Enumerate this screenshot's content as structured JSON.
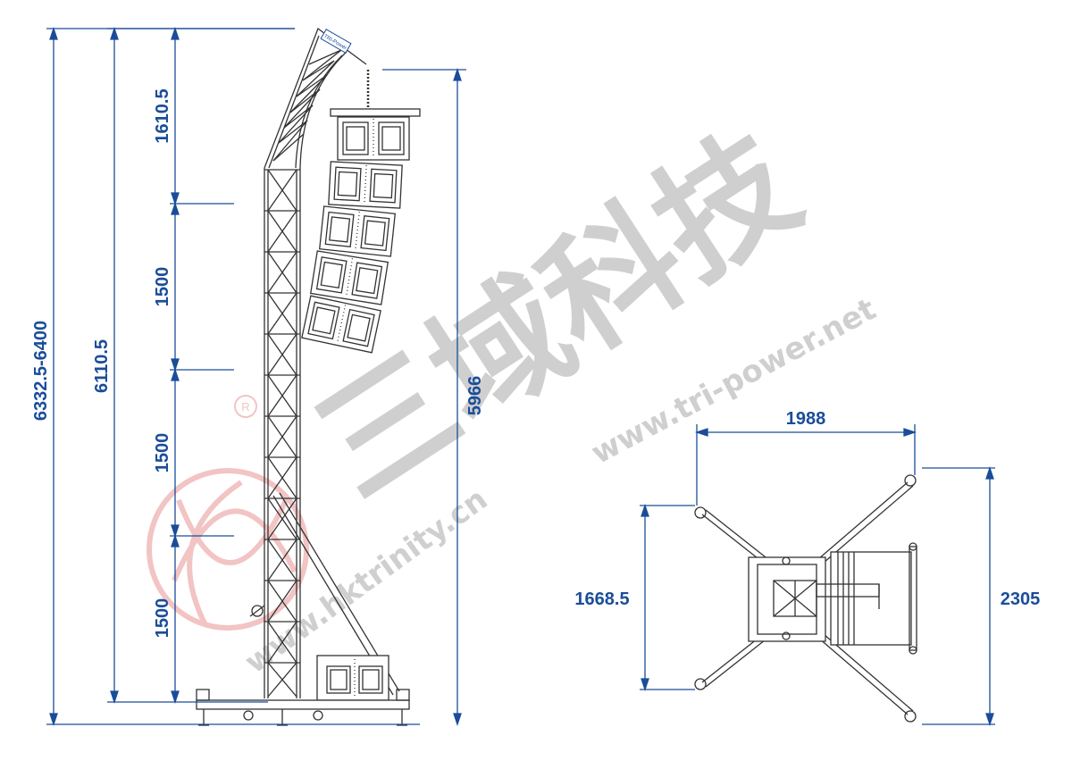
{
  "colors": {
    "dimension": "#1a4d99",
    "drawing": "#333333",
    "watermark_text": "#cfcfcf",
    "watermark_logo": "#f2c4c4"
  },
  "side_view": {
    "brand_plate": "TRI-Power",
    "dimensions": {
      "overall_height": "6332.5-6400",
      "truss_height": "6110.5",
      "segment_top": "1610.5",
      "segment_upper": "1500",
      "segment_middle": "1500",
      "segment_lower": "1500",
      "hang_height": "5966"
    },
    "speaker_count": 5
  },
  "top_view": {
    "dimensions": {
      "width": "1988",
      "depth_inner": "1668.5",
      "depth_outer": "2305"
    }
  },
  "watermark": {
    "chinese_brand": "三域科技",
    "url_main": "www.tri-power.net",
    "url_secondary": "www.hktrinity.cn",
    "registered_mark": "R"
  }
}
